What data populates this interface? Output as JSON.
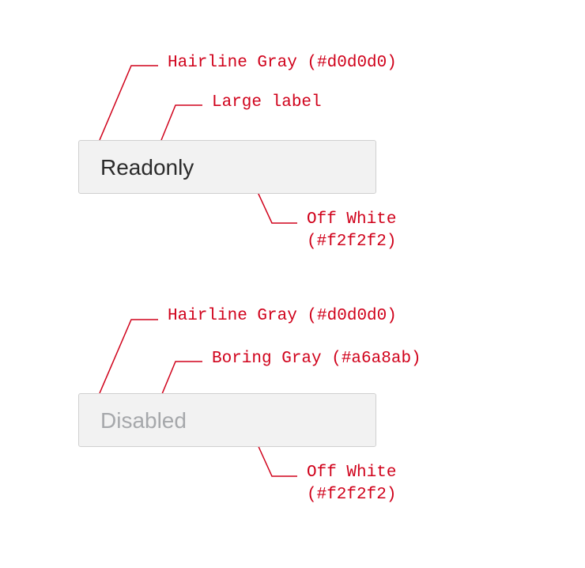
{
  "readonly_example": {
    "field_text": "Readonly",
    "annotations": {
      "border": "Hairline Gray (#d0d0d0)",
      "text": "Large label",
      "background_line1": "Off White",
      "background_line2": "(#f2f2f2)"
    }
  },
  "disabled_example": {
    "field_text": "Disabled",
    "annotations": {
      "border": "Hairline Gray (#d0d0d0)",
      "text": "Boring Gray (#a6a8ab)",
      "background_line1": "Off White",
      "background_line2": "(#f2f2f2)"
    }
  },
  "colors": {
    "annotation": "#d0021b",
    "hairline_gray": "#d0d0d0",
    "off_white": "#f2f2f2",
    "boring_gray": "#a6a8ab",
    "readonly_text": "#2b2b2b"
  }
}
